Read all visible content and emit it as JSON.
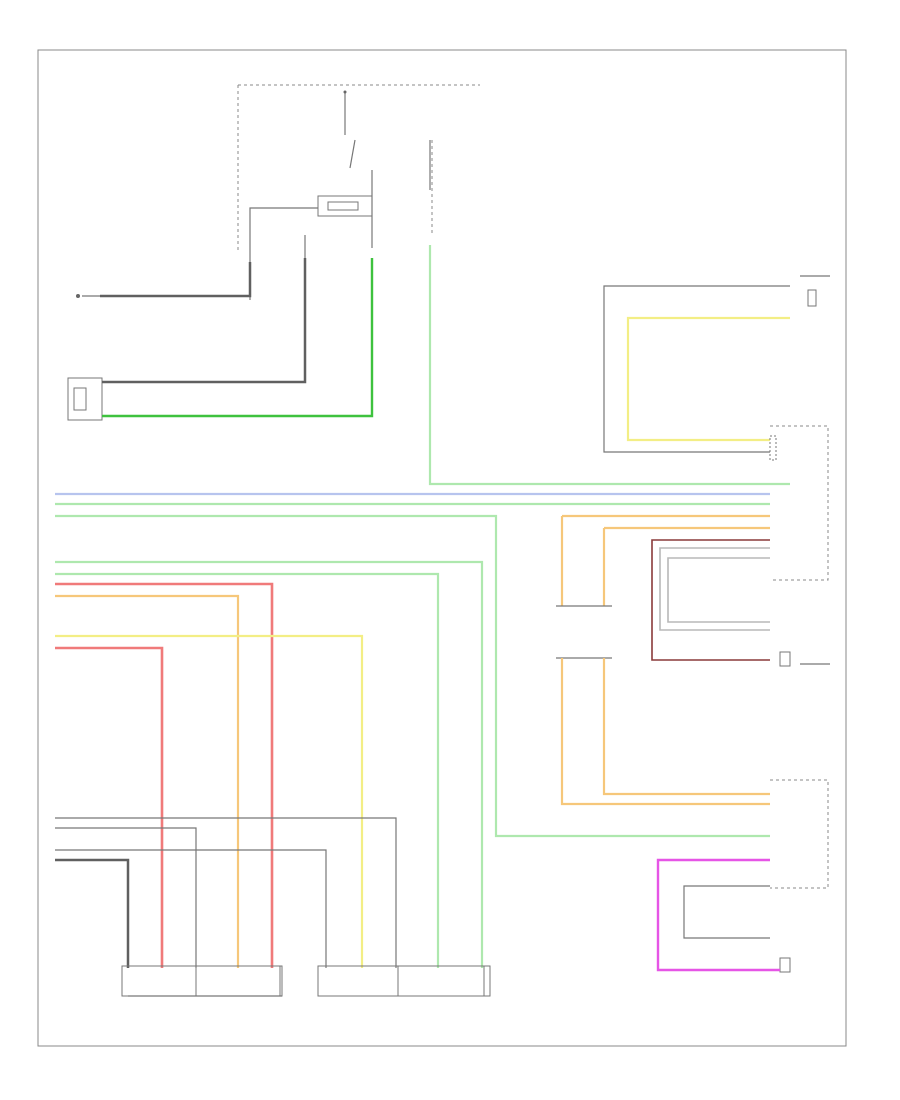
{
  "diagram": {
    "footer_code": "",
    "components": [
      {
        "id": "ignition-switch",
        "label": ""
      },
      {
        "id": "hot-at-all-times-fuse",
        "label": ""
      },
      {
        "id": "ac-fuse",
        "label": ""
      },
      {
        "id": "underhood-fuse-block",
        "label": ""
      },
      {
        "id": "ac-compressor-clutch",
        "label": ""
      },
      {
        "id": "ac-compressor-clutch-relay",
        "label": ""
      },
      {
        "id": "engine-control-module",
        "label": ""
      },
      {
        "id": "ambient-air-temp-sensor",
        "label": ""
      },
      {
        "id": "ac-refrigerant-pressure-sensor",
        "label": ""
      },
      {
        "id": "hvac-control-module",
        "label": ""
      },
      {
        "id": "evaporator-temp-sensor",
        "label": ""
      },
      {
        "id": "mode-door-actuator",
        "label": ""
      },
      {
        "id": "floor-door-actuator",
        "label": ""
      },
      {
        "id": "inline-connector",
        "label": ""
      }
    ]
  }
}
